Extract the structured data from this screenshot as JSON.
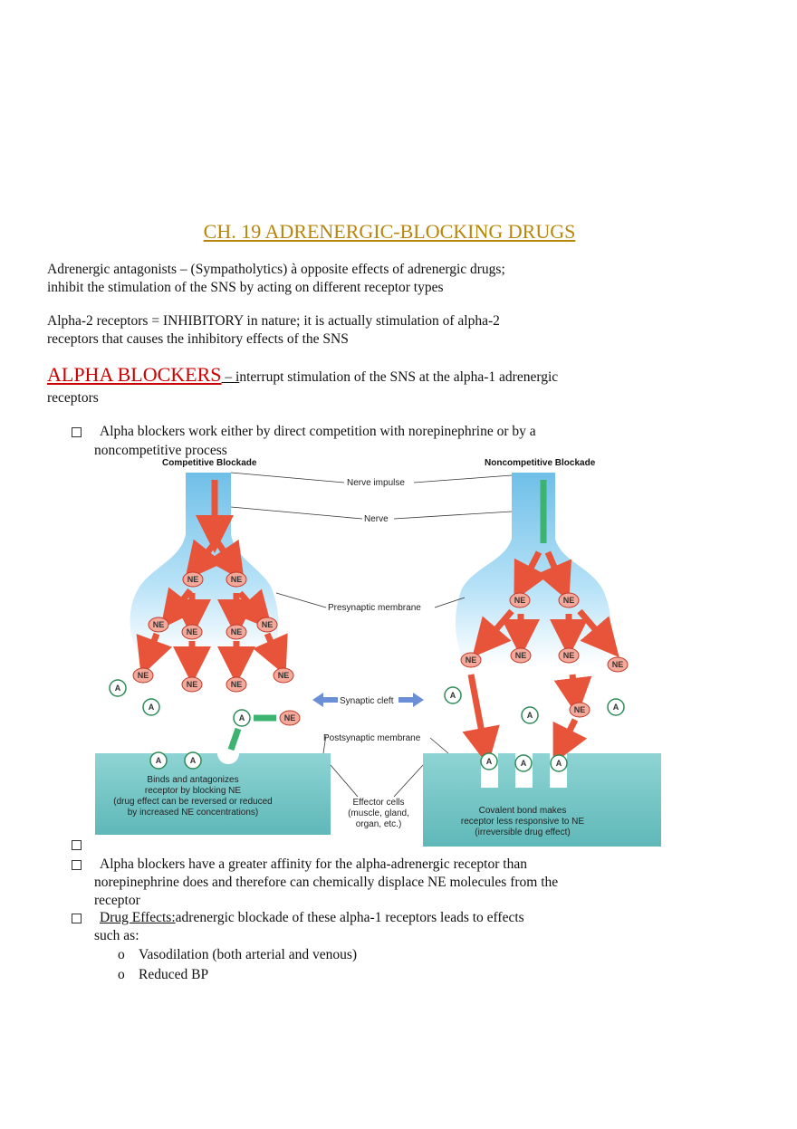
{
  "doc": {
    "title": "CH. 19 ADRENERGIC-BLOCKING DRUGS",
    "para1_line1": "Adrenergic antagonists – (Sympatholytics) à opposite effects of adrenergic drugs;",
    "para1_line2": "inhibit the stimulation of the SNS by acting on different receptor types",
    "para2_line1": "Alpha-2 receptors = INHIBITORY in nature; it is actually stimulation of alpha-2",
    "para2_line2": "receptors that causes the inhibitory effects of the SNS",
    "section_heading": "ALPHA BLOCKERS",
    "section_dash": " – i",
    "section_rest": "nterrupt stimulation of the SNS at the alpha-1 adrenergic",
    "section_line2": "receptors",
    "bullet1_line1": "Alpha blockers work either by direct competition with norepinephrine or by a",
    "bullet1_line2": "noncompetitive process",
    "bullet3_line1": "Alpha blockers have a greater affinity for the alpha-adrenergic receptor than",
    "bullet3_line2": "norepinephrine does and therefore can chemically displace NE molecules from the",
    "bullet3_line3": "receptor",
    "bullet4_label": "Drug Effects:",
    "bullet4_rest": "adrenergic blockade of these alpha-1 receptors leads to effects",
    "bullet4_line2": "such as:",
    "sub_marker": "o",
    "sub1": "Vasodilation (both arterial and venous)",
    "sub2": "Reduced BP"
  },
  "diagram": {
    "left_title": "Competitive Blockade",
    "right_title": "Noncompetitive Blockade",
    "label_nerve_impulse": "Nerve impulse",
    "label_nerve": "Nerve",
    "label_presynaptic": "Presynaptic membrane",
    "label_synaptic_cleft": "Synaptic cleft",
    "label_postsynaptic": "Postsynaptic membrane",
    "label_effector_1": "Effector cells",
    "label_effector_2": "(muscle, gland,",
    "label_effector_3": "organ, etc.)",
    "left_caption_1": "Binds and antagonizes",
    "left_caption_2": "receptor by blocking NE",
    "left_caption_3": "(drug effect can be reversed or reduced",
    "left_caption_4": "by increased NE concentrations)",
    "right_caption_1": "Covalent bond makes",
    "right_caption_2": "receptor less responsive to NE",
    "right_caption_3": "(irreversible drug effect)",
    "ne_label": "NE",
    "a_label": "A"
  },
  "colors": {
    "title": "#b8860b",
    "section_heading": "#cc0000",
    "arrow_red": "#e8543a",
    "arrow_green": "#3cb371",
    "neuron_blue": "#9fd3ef",
    "effector_teal": "#7fc9c9"
  }
}
